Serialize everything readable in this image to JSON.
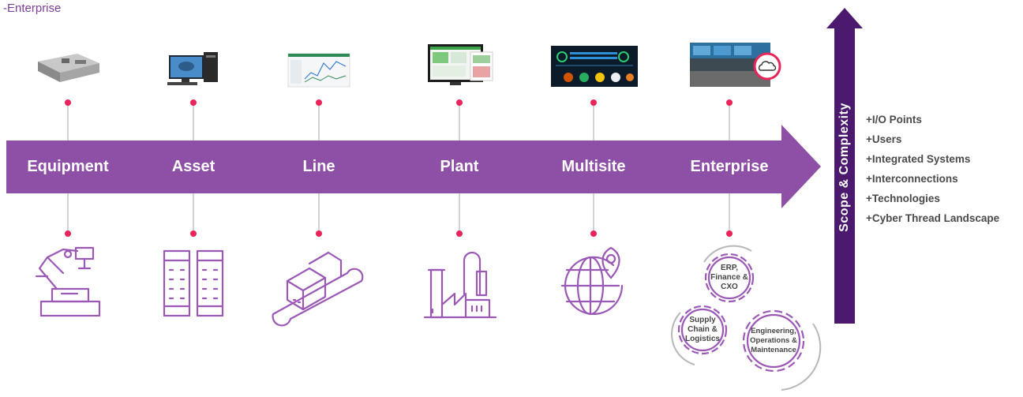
{
  "corner_label": "-Enterprise",
  "stages": [
    {
      "label": "Equipment"
    },
    {
      "label": "Asset"
    },
    {
      "label": "Line"
    },
    {
      "label": "Plant"
    },
    {
      "label": "Multisite"
    },
    {
      "label": "Enterprise"
    }
  ],
  "scope_label": "Scope & Complexity",
  "bullets": [
    "+I/O Points",
    "+Users",
    "+Integrated Systems",
    "+Interconnections",
    "+Technologies",
    "+Cyber Thread Landscape"
  ],
  "gears": {
    "top": [
      "ERP,",
      "Finance &",
      "CXO"
    ],
    "left": [
      "Supply",
      "Chain &",
      "Logistics"
    ],
    "right": [
      "Engineering,",
      "Operations &",
      "Maintenance"
    ]
  },
  "colors": {
    "accent_purple": "#8e4fa6",
    "dark_purple": "#4b1a6e",
    "dot_red": "#e8245a",
    "icon_purple": "#9b59b6"
  },
  "icons": [
    "raspberry-pi-image",
    "desktop-computer-image",
    "line-dashboard-image",
    "plant-monitor-image",
    "multisite-dashboard-image",
    "control-room-image",
    "robot-arm-icon",
    "server-rack-icon",
    "conveyor-icon",
    "factory-icon",
    "globe-pin-icon",
    "gears-icon",
    "cloud-icon"
  ]
}
